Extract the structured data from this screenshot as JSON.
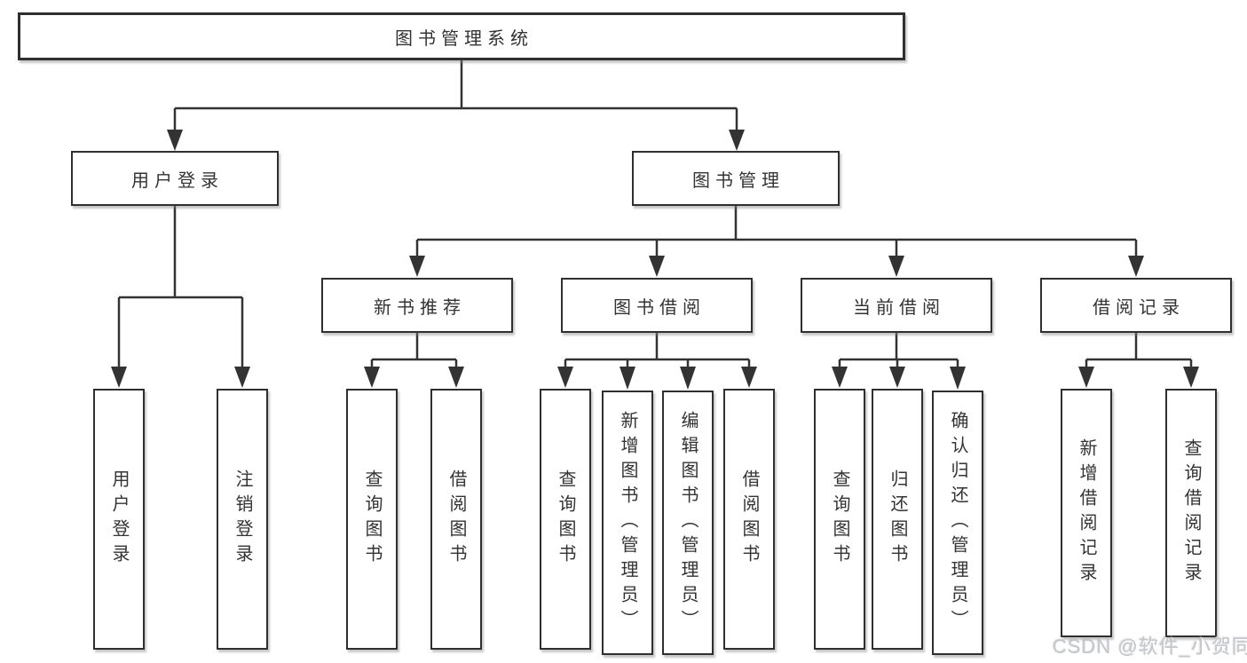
{
  "tree": {
    "label": "图书管理系统",
    "children": [
      {
        "label": "用户登录",
        "children": [
          {
            "label": "用户登录"
          },
          {
            "label": "注销登录"
          }
        ]
      },
      {
        "label": "图书管理",
        "children": [
          {
            "label": "新书推荐",
            "children": [
              {
                "label": "查询图书"
              },
              {
                "label": "借阅图书"
              }
            ]
          },
          {
            "label": "图书借阅",
            "children": [
              {
                "label": "查询图书"
              },
              {
                "label": "新增图书（管理员）"
              },
              {
                "label": "编辑图书（管理员）"
              },
              {
                "label": "借阅图书"
              }
            ]
          },
          {
            "label": "当前借阅",
            "children": [
              {
                "label": "查询图书"
              },
              {
                "label": "归还图书"
              },
              {
                "label": "确认归还（管理员）"
              }
            ]
          },
          {
            "label": "借阅记录",
            "children": [
              {
                "label": "新增借阅记录"
              },
              {
                "label": "查询借阅记录"
              }
            ]
          }
        ]
      }
    ]
  },
  "watermark": {
    "text": "CSDN @软件_小贺同学"
  },
  "colors": {
    "line": "#333333",
    "box_border": "#2f2f2f",
    "box_fill": "#ffffff",
    "text": "#333333",
    "watermark": "#c3c6cb",
    "background": "#ffffff"
  }
}
